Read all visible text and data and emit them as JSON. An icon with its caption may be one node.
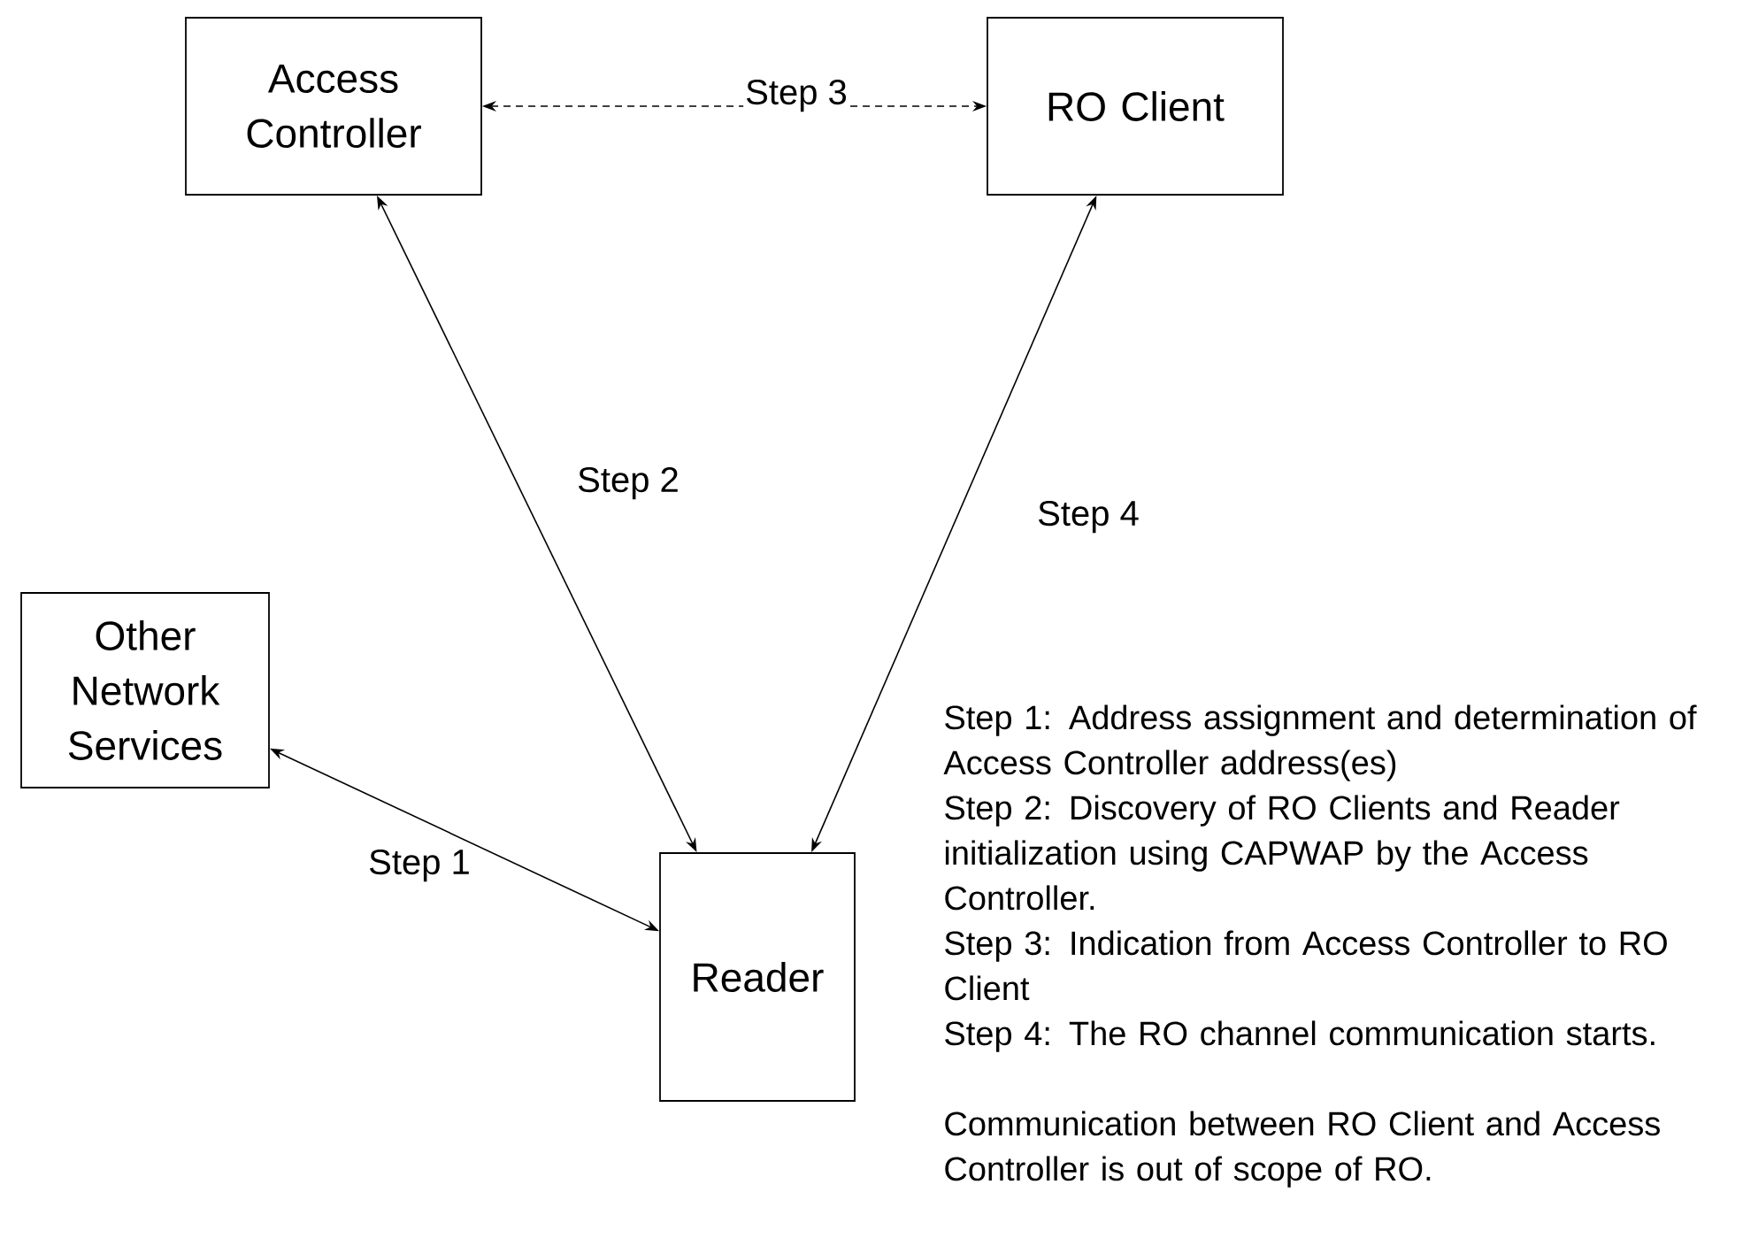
{
  "diagram": {
    "nodes": [
      {
        "text": [
          "Access Controller"
        ]
      },
      {
        "text": [
          "RO Client"
        ]
      },
      {
        "text": [
          "Other Network Services"
        ]
      },
      {
        "text": [
          "Reader"
        ]
      }
    ],
    "edges": [
      {
        "from": 0,
        "to": 1,
        "arrow": "both",
        "style": "dashed",
        "label": "Step 3"
      },
      {
        "from": 0,
        "to": 3,
        "arrow": "both",
        "label": "Step 2"
      },
      {
        "from": 1,
        "to": 3,
        "arrow": "both",
        "label": "Step 4"
      },
      {
        "from": 2,
        "to": 3,
        "arrow": "both",
        "label": "Step 1"
      }
    ],
    "labels": [
      "Step 1: Address assignment and determination of Access Controller address(es)",
      "Step 2: Discovery of RO Clients and Reader initialization using CAPWAP by the Access Controller.",
      "Step 3: Indication from Access Controller to RO Client",
      "Step 4: The RO channel communication starts.",
      "Communication between RO Client and Access Controller is out of scope of RO."
    ]
  }
}
